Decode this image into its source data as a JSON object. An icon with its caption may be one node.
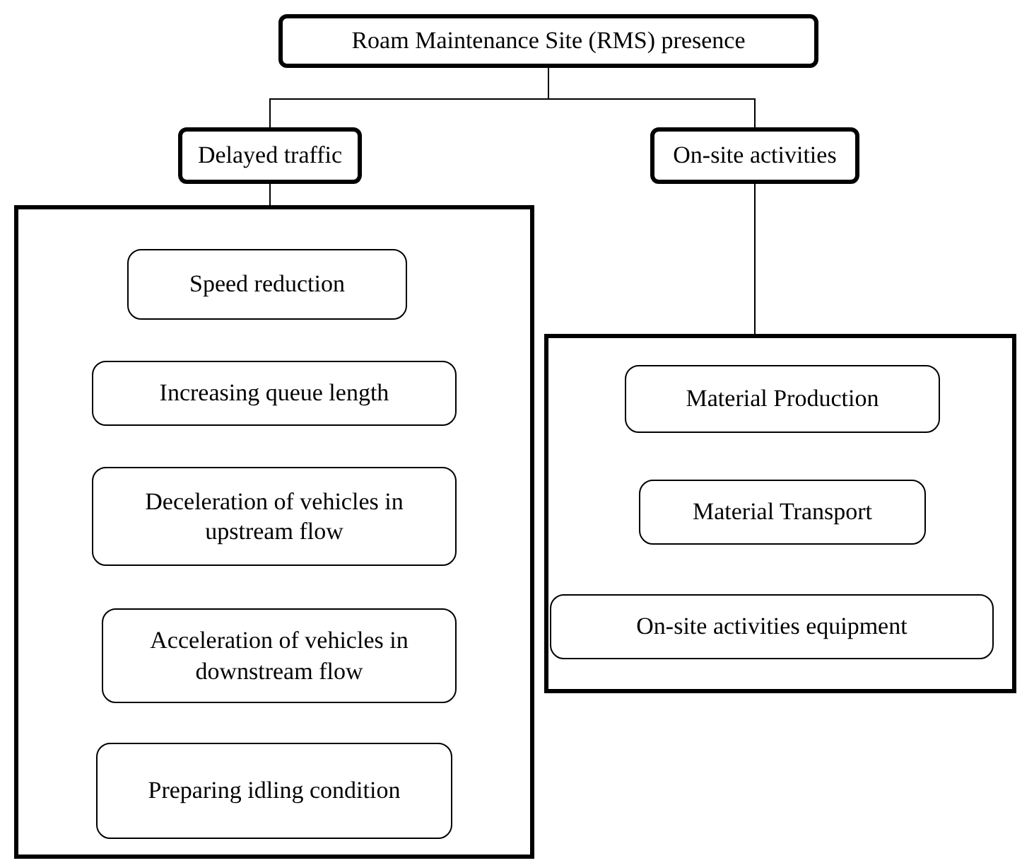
{
  "diagram": {
    "nodes": [
      {
        "text": [
          "Roam Maintenance Site (RMS) presence"
        ]
      },
      {
        "text": [
          "Delayed traffic"
        ]
      },
      {
        "text": [
          "On-site activities"
        ]
      },
      {
        "text": [],
        "shape": "box"
      },
      {
        "text": [
          "Speed reduction"
        ],
        "in": 3
      },
      {
        "text": [
          "Increasing queue length"
        ],
        "in": 3
      },
      {
        "text": [
          "Deceleration of vehicles in upstream flow"
        ],
        "in": 3
      },
      {
        "text": [
          "Acceleration of vehicles in downstream flow"
        ],
        "in": 3
      },
      {
        "text": [
          "Preparing idling condition"
        ],
        "in": 3
      },
      {
        "text": [],
        "shape": "box"
      },
      {
        "text": [
          "Material Production"
        ],
        "in": 9
      },
      {
        "text": [
          "Material Transport"
        ],
        "in": 9
      },
      {
        "text": [
          "On-site activities equipment"
        ],
        "in": 9
      }
    ],
    "edges": [
      {
        "from": 0,
        "to": 1,
        "arrow": "none"
      },
      {
        "from": 0,
        "to": 2,
        "arrow": "none"
      },
      {
        "from": 1,
        "to": 3,
        "arrow": "none"
      },
      {
        "from": 2,
        "to": 9,
        "arrow": "none"
      }
    ]
  }
}
